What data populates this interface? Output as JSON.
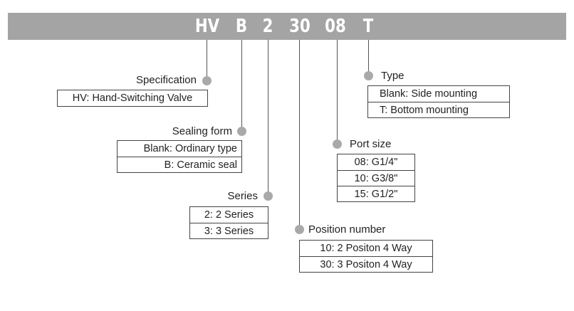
{
  "model_code": {
    "segments": [
      "HV",
      "B",
      "2",
      "30",
      "08",
      "T"
    ]
  },
  "groups": {
    "specification": {
      "title": "Specification",
      "options": [
        "HV: Hand-Switching Valve"
      ]
    },
    "sealing_form": {
      "title": "Sealing form",
      "options": [
        "Blank: Ordinary type",
        "B: Ceramic seal"
      ]
    },
    "series": {
      "title": "Series",
      "options": [
        "2: 2 Series",
        "3: 3 Series"
      ]
    },
    "position_number": {
      "title": "Position number",
      "options": [
        "10: 2 Positon 4 Way",
        "30: 3 Positon 4 Way"
      ]
    },
    "port_size": {
      "title": "Port size",
      "options": [
        "08: G1/4\"",
        "10: G3/8\"",
        "15: G1/2\""
      ]
    },
    "type": {
      "title": "Type",
      "options": [
        "Blank: Side mounting",
        "T: Bottom mounting"
      ]
    }
  },
  "colors": {
    "bar": "#a5a4a4",
    "dot": "#a9a9a9",
    "line": "#555555"
  }
}
